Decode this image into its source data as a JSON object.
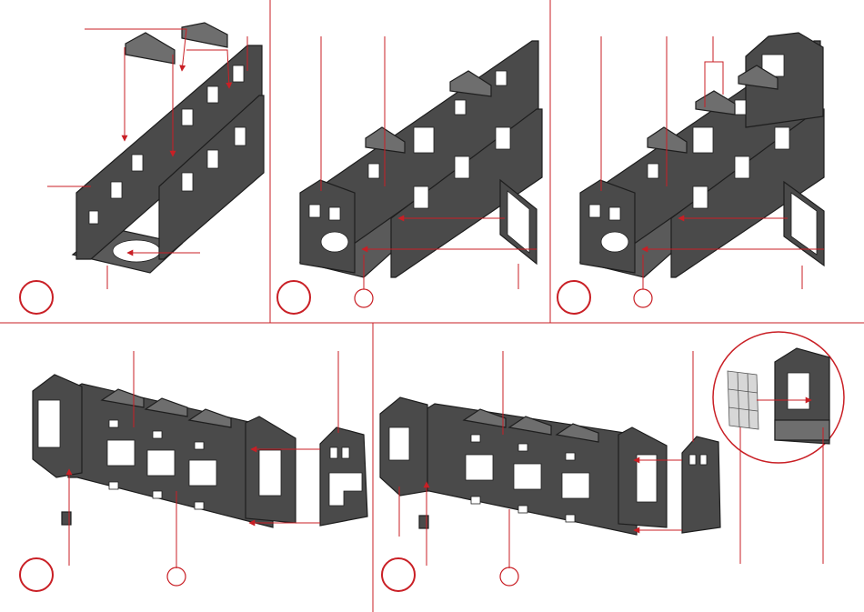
{
  "sheet": {
    "accent_color": "#c91f25",
    "part_color": "#4a4a4a",
    "background_color": "#ffffff"
  },
  "steps": [
    {
      "id": 1,
      "step_badge": "",
      "sub_badge": null
    },
    {
      "id": 2,
      "step_badge": "",
      "sub_badge": ""
    },
    {
      "id": 3,
      "step_badge": "",
      "sub_badge": ""
    },
    {
      "id": 4,
      "step_badge": "",
      "sub_badge": ""
    },
    {
      "id": 5,
      "step_badge": "",
      "sub_badge": "",
      "has_detail_inset": true
    }
  ]
}
